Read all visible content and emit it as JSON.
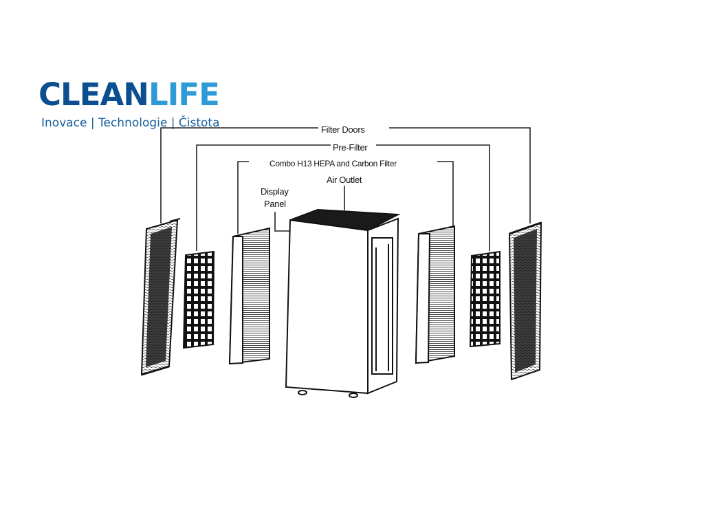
{
  "logo": {
    "part1": "CLEAN",
    "part2": "LIFE",
    "tagline": "Inovace | Technologie | Čistota",
    "colors": {
      "primary": "#0b4f91",
      "accent": "#2f9bd6"
    }
  },
  "labels": {
    "filter_doors": "Filter Doors",
    "pre_filter": "Pre-Filter",
    "combo_filter": "Combo H13 HEPA and Carbon Filter",
    "air_outlet": "Air Outlet",
    "display_line1": "Display",
    "display_line2": "Panel"
  }
}
